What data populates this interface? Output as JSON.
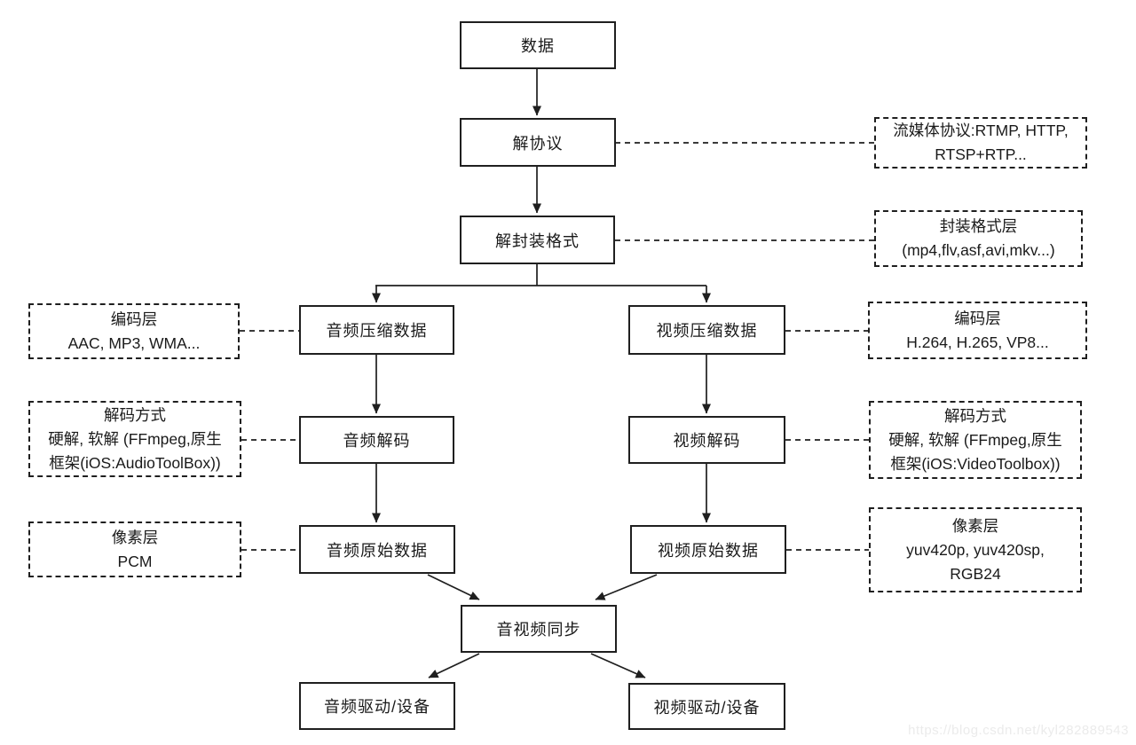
{
  "diagram": {
    "nodes": {
      "data": "数据",
      "protocol": "解协议",
      "demux": "解封装格式",
      "audio_compressed": "音频压缩数据",
      "video_compressed": "视频压缩数据",
      "audio_decode": "音频解码",
      "video_decode": "视频解码",
      "audio_raw": "音频原始数据",
      "video_raw": "视频原始数据",
      "av_sync": "音视频同步",
      "audio_driver": "音频驱动/设备",
      "video_driver": "视频驱动/设备"
    },
    "notes": {
      "protocol_layer": {
        "lines": [
          "流媒体协议:RTMP, HTTP,",
          "RTSP+RTP..."
        ]
      },
      "container_layer": {
        "lines": [
          "封装格式层",
          "(mp4,flv,asf,avi,mkv...)"
        ]
      },
      "audio_codec_layer": {
        "lines": [
          "编码层",
          "AAC, MP3, WMA..."
        ]
      },
      "video_codec_layer": {
        "lines": [
          "编码层",
          "H.264, H.265, VP8..."
        ]
      },
      "audio_decode_method": {
        "lines": [
          "解码方式",
          "硬解, 软解 (FFmpeg,原生",
          "框架(iOS:AudioToolBox))"
        ]
      },
      "video_decode_method": {
        "lines": [
          "解码方式",
          "硬解, 软解 (FFmpeg,原生",
          "框架(iOS:VideoToolbox))"
        ]
      },
      "audio_pixel_layer": {
        "lines": [
          "像素层",
          "PCM"
        ]
      },
      "video_pixel_layer": {
        "lines": [
          "像素层",
          "yuv420p, yuv420sp,",
          "RGB24"
        ]
      }
    },
    "watermark": "https://blog.csdn.net/kyl282889543",
    "colors": {
      "line": "#1f1f1f",
      "box_border": "#1f1f1f",
      "text": "#1a1a1a",
      "watermark": "#ebebeb",
      "background": "#ffffff"
    }
  }
}
